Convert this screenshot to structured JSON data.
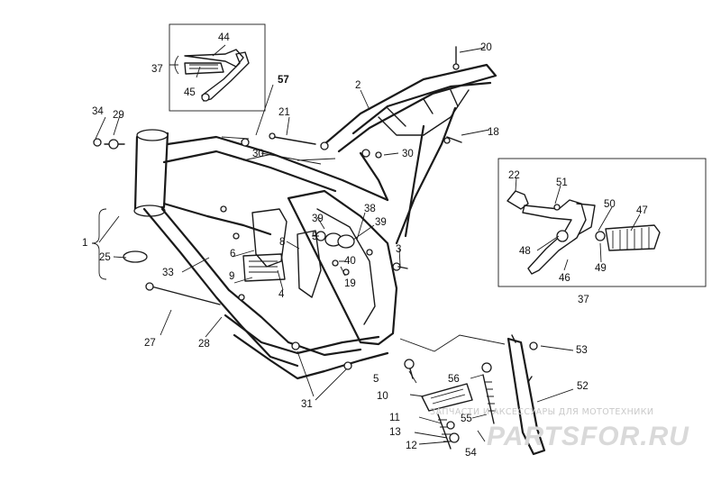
{
  "callouts": {
    "p1": "1",
    "p2": "2",
    "p3": "3",
    "p4": "4",
    "p5": "5",
    "p6": "6",
    "p8": "8",
    "p9": "9",
    "p10": "10",
    "p11": "11",
    "p12": "12",
    "p13": "13",
    "p18": "18",
    "p19": "19",
    "p20": "20",
    "p21": "21",
    "p22": "22",
    "p25": "25",
    "p27": "27",
    "p28": "28",
    "p29": "29",
    "p30a": "30",
    "p30b": "30",
    "p31": "31",
    "p33": "33",
    "p34": "34",
    "p37a": "37",
    "p37b": "37",
    "p38": "38",
    "p39a": "39",
    "p39b": "39",
    "p40": "40",
    "p44": "44",
    "p45": "45",
    "p46": "46",
    "p47": "47",
    "p48": "48",
    "p49": "49",
    "p50": "50",
    "p51": "51",
    "p52": "52",
    "p53": "53",
    "p54": "54",
    "p55": "55",
    "p56": "56",
    "p57": "57"
  },
  "watermark": {
    "tagline": "ЗАПЧАСТИ И АКСЕССУАРЫ ДЛЯ МОТОТЕХНИКИ",
    "logo": "PARTSFOR.RU"
  }
}
